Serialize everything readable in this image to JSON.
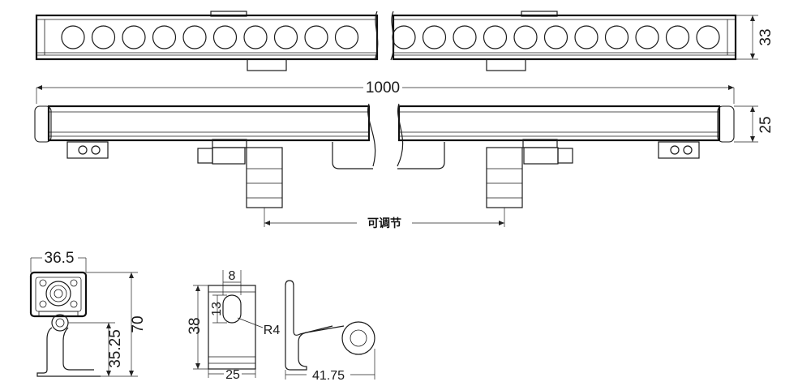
{
  "drawing": {
    "top_view": {
      "height_label": "33",
      "led_count_left": 10,
      "led_count_right": 11
    },
    "side_view": {
      "length_label": "1000",
      "height_label": "25",
      "adjustable_label": "可调节"
    },
    "end_view": {
      "width_label": "36.5",
      "height_label": "70",
      "mount_label": "35.25"
    },
    "bracket_front": {
      "slot_width_label": "8",
      "slot_height_label": "13",
      "height_label": "38",
      "radius_label": "R4",
      "width_label": "25"
    },
    "bracket_side": {
      "depth_label": "41.75"
    }
  }
}
